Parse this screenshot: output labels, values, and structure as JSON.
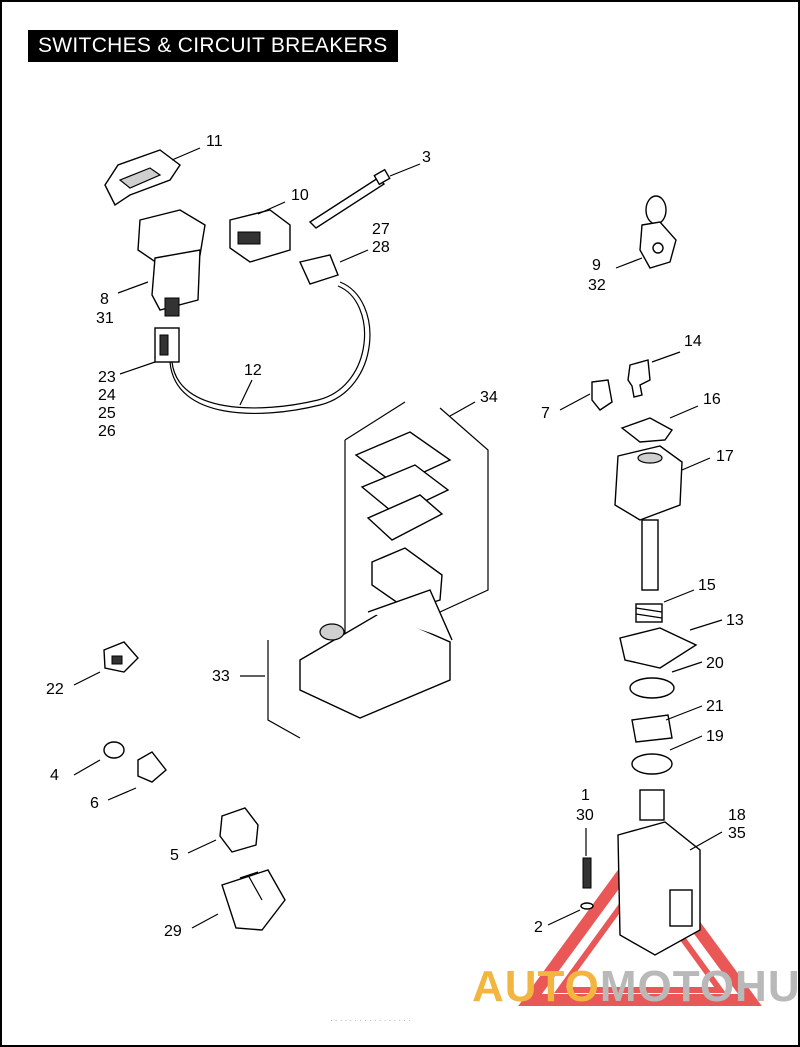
{
  "title": "SWITCHES & CIRCUIT BREAKERS",
  "callouts": {
    "c11": "11",
    "c3": "3",
    "c10": "10",
    "c27": "27",
    "c28": "28",
    "c9": "9",
    "c32": "32",
    "c8": "8",
    "c31": "31",
    "c14": "14",
    "c23": "23",
    "c24": "24",
    "c25": "25",
    "c26": "26",
    "c12": "12",
    "c34": "34",
    "c7": "7",
    "c16": "16",
    "c17": "17",
    "c15": "15",
    "c13": "13",
    "c33": "33",
    "c22": "22",
    "c20": "20",
    "c21": "21",
    "c19": "19",
    "c4": "4",
    "c6": "6",
    "c1": "1",
    "c30": "30",
    "c18": "18",
    "c35": "35",
    "c5": "5",
    "c2": "2",
    "c29": "29"
  },
  "watermark": {
    "part_a": "AUTO",
    "part_b": "MOTO",
    "part_c": "HUB"
  },
  "footer": "· · · · · · · · · · · · · · · · ·",
  "colors": {
    "watermark_orange": "#f2b640",
    "watermark_red": "#e63a3a",
    "watermark_gray": "#b9b9b9"
  }
}
